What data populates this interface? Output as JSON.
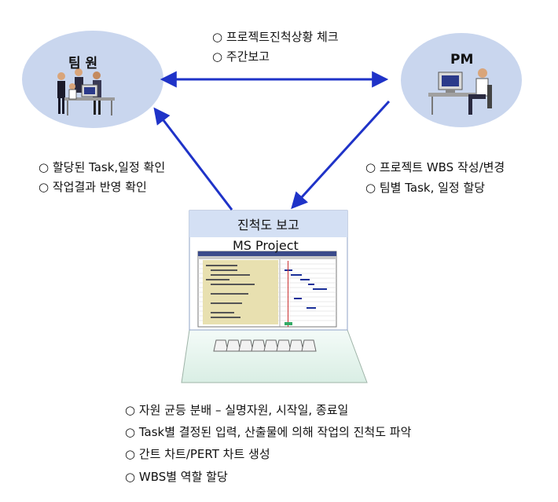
{
  "team": {
    "title": "팀 원"
  },
  "pm": {
    "title": "PM"
  },
  "top_notes": [
    "○ 프로젝트진척상황 체크",
    "○ 주간보고"
  ],
  "left_notes": [
    "○ 할당된 Task,일정 확인",
    "○ 작업결과 반영 확인"
  ],
  "right_notes": [
    "○ 프로젝트 WBS 작성/변경",
    "○ 팀별 Task, 일정 할당"
  ],
  "computer": {
    "screen_title": "진척도 보고",
    "app_name": "MS Project"
  },
  "bottom_notes": [
    "○ 자원 균등 분배 – 실명자원, 시작일, 종료일",
    "○ Task별 결정된 입력, 산출물에 의해 작업의 진척도 파악",
    "○ 간트 차트/PERT 차트 생성",
    "○ WBS별 역할 할당"
  ],
  "colors": {
    "arrow": "#1f33c8",
    "ellipse": "#c9d6ee",
    "screen_header": "#d4e0f4",
    "laptop_base": "#e7f4ee"
  },
  "icons": [
    "team-people-icon",
    "pm-workstation-icon",
    "gantt-screenshot-icon",
    "keyboard-icon"
  ]
}
